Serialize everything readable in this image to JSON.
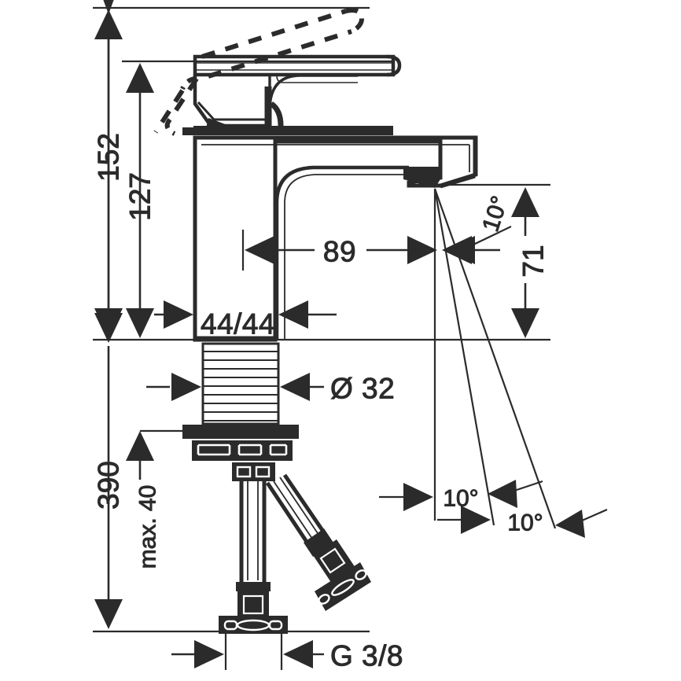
{
  "drawing": {
    "type": "technical-dimension-drawing",
    "subject": "single-lever basin mixer faucet, side elevation",
    "line_color": "#2b2b2b",
    "background_color": "#ffffff",
    "units": "mm"
  },
  "dimensions": {
    "total_height": "152",
    "body_height": "127",
    "body_width": "44/44",
    "spout_reach": "89",
    "spout_outlet_height": "71",
    "shank_diameter": "Ø 32",
    "hose_length": "390",
    "max_deck_thickness": "max. 40",
    "thread_size": "G 3/8"
  },
  "angles": {
    "spout_angle": "10°",
    "swivel_left": "10°",
    "swivel_right": "10°"
  },
  "labels": [
    {
      "id": "dim-152",
      "text": "152",
      "orientation": "vertical"
    },
    {
      "id": "dim-127",
      "text": "127",
      "orientation": "vertical"
    },
    {
      "id": "dim-4444",
      "text": "44/44",
      "orientation": "horizontal"
    },
    {
      "id": "dim-89",
      "text": "89",
      "orientation": "horizontal"
    },
    {
      "id": "dim-71",
      "text": "71",
      "orientation": "vertical"
    },
    {
      "id": "dim-d32",
      "text": "Ø 32",
      "orientation": "horizontal"
    },
    {
      "id": "dim-390",
      "text": "390",
      "orientation": "vertical"
    },
    {
      "id": "dim-max40",
      "text": "max. 40",
      "orientation": "vertical"
    },
    {
      "id": "dim-g38",
      "text": "G 3/8",
      "orientation": "horizontal"
    },
    {
      "id": "ang-10-spout",
      "text": "10°",
      "orientation": "rotated"
    },
    {
      "id": "ang-10-left",
      "text": "10°",
      "orientation": "rotated"
    },
    {
      "id": "ang-10-right",
      "text": "10°",
      "orientation": "rotated"
    }
  ]
}
